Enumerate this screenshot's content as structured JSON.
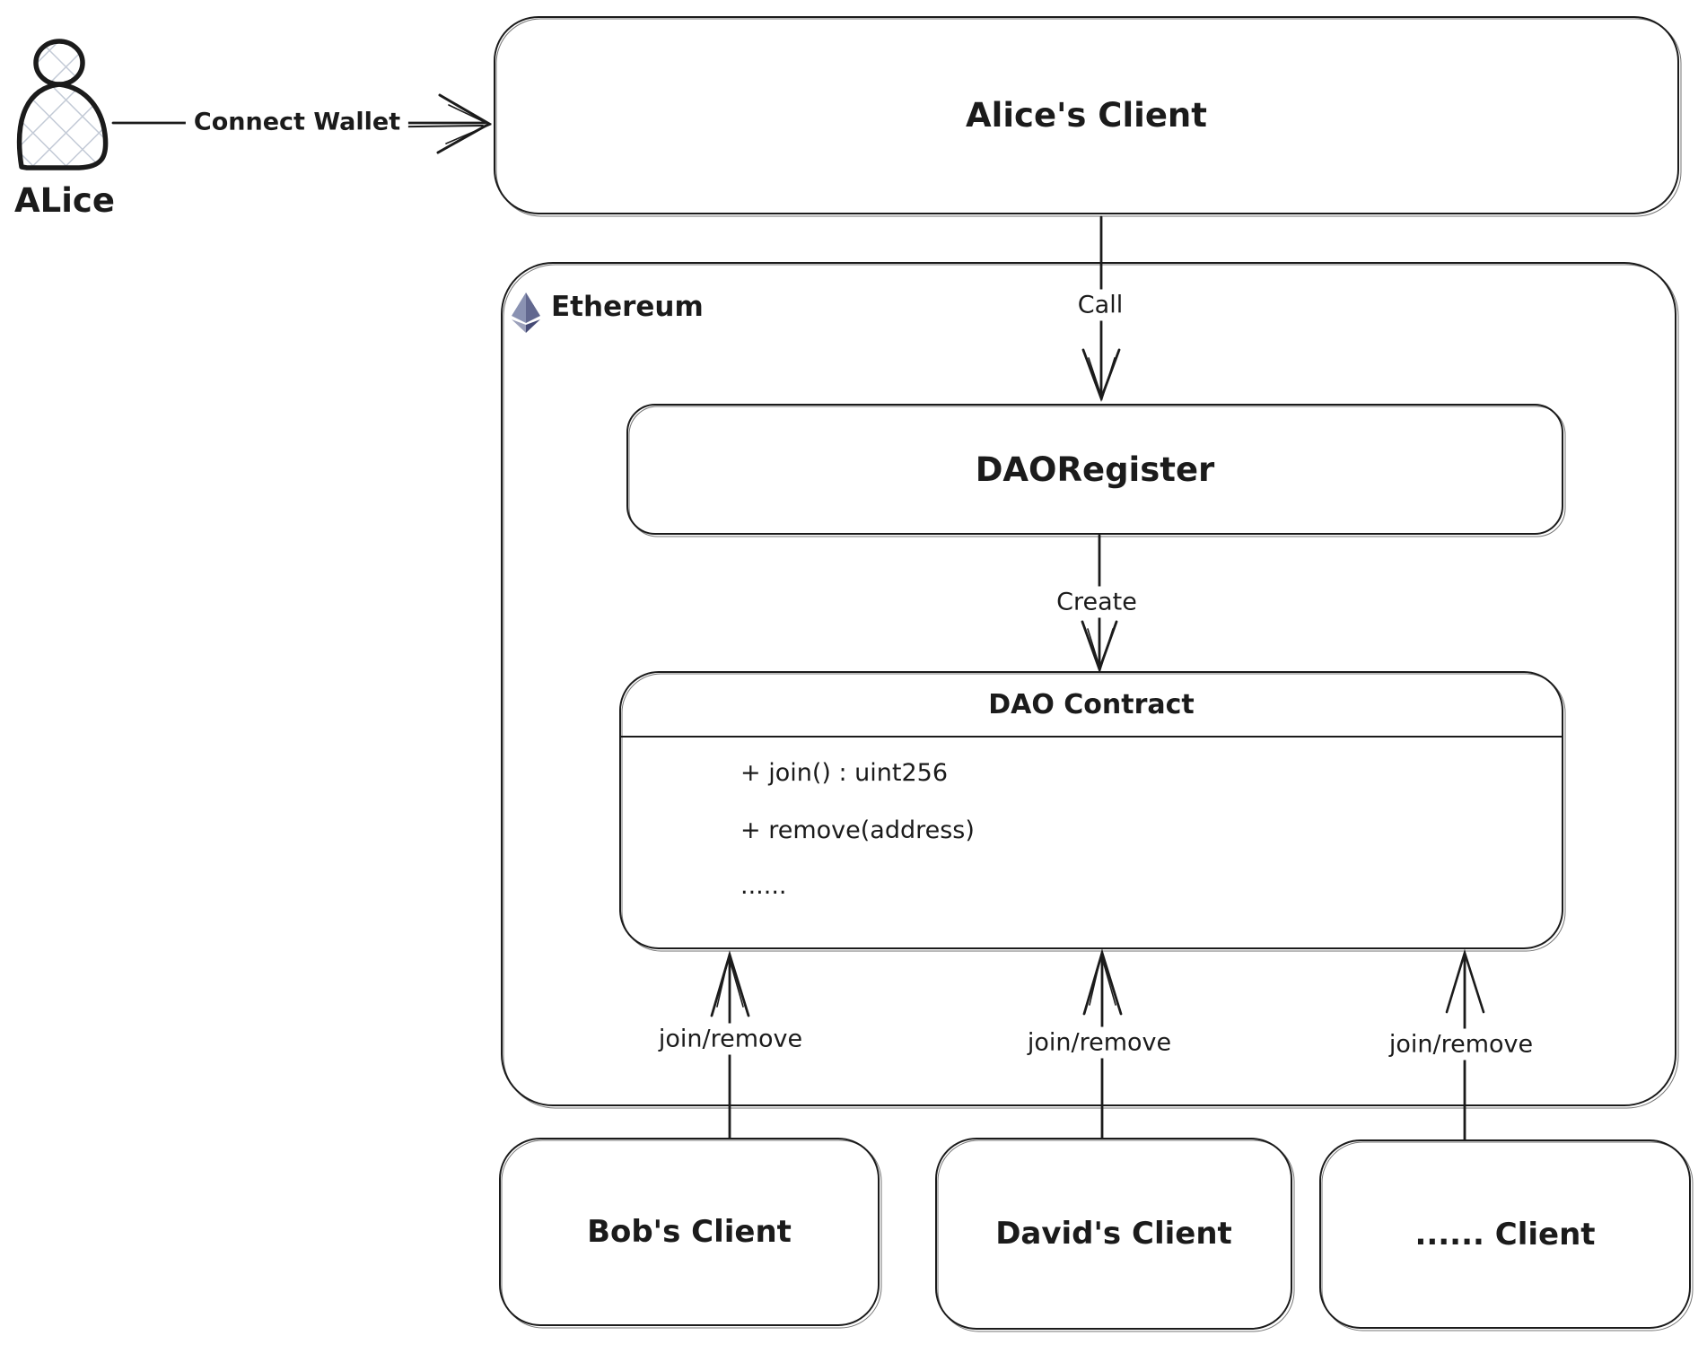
{
  "actor": {
    "label": "ALice"
  },
  "boxes": {
    "alice_client": {
      "label": "Alice's Client"
    },
    "ethereum": {
      "label": "Ethereum"
    },
    "dao_register": {
      "label": "DAORegister"
    },
    "dao_contract": {
      "title": "DAO Contract",
      "methods": [
        "+ join() : uint256",
        "+ remove(address)",
        "......"
      ]
    },
    "bob_client": {
      "label": "Bob's Client"
    },
    "david_client": {
      "label": "David's Client"
    },
    "other_client": {
      "label": "...... Client"
    }
  },
  "edges": {
    "connect_wallet": {
      "label": "Connect Wallet"
    },
    "call": {
      "label": "Call"
    },
    "create": {
      "label": "Create"
    },
    "join_remove_left": {
      "label": "join/remove"
    },
    "join_remove_middle": {
      "label": "join/remove"
    },
    "join_remove_right": {
      "label": "join/remove"
    }
  },
  "icons": {
    "actor_figure": "person-with-crosshatch-fill",
    "ethereum_logo": "ethereum-diamond"
  },
  "colors": {
    "stroke": "#1b1b1b",
    "hatch": "#c3cad6",
    "eth_top_left": "#8a92b2",
    "eth_top_right": "#62688f",
    "eth_bottom_left": "#9ba0ba",
    "eth_bottom_right": "#454a75"
  }
}
